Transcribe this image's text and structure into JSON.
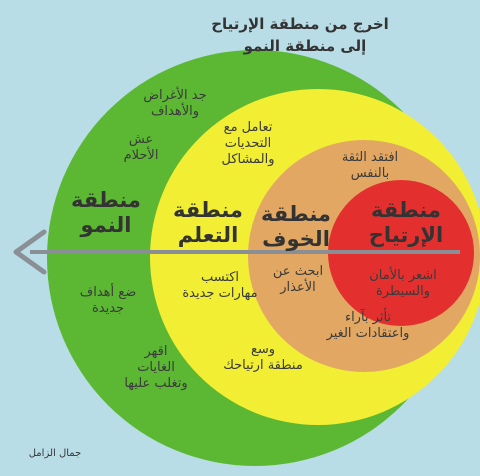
{
  "header": {
    "line1": "اخرج من منطقة الإرتياح",
    "line2": "إلى منطقة النمو"
  },
  "zones": {
    "growth": {
      "title": "منطقة\nالنمو",
      "color": "#5cb833",
      "notes": [
        "جد الأغراض\nوالأهداف",
        "عش\nالأحلام",
        "ضع أهداف\nجديدة",
        "اقهر\nالغايات\nوتغلب عليها"
      ]
    },
    "learning": {
      "title": "منطقة\nالتعلم",
      "color": "#f1ee33",
      "notes": [
        "تعامل مع\nالتحديات\nوالمشاكل",
        "اكتسب\nمهارات جديدة",
        "وسع\nمنطقة ارتياحك"
      ]
    },
    "fear": {
      "title": "منطقة\nالخوف",
      "color": "#e2a863",
      "notes": [
        "افتقد الثقة\nبالنفس",
        "ابحث عن\nالأعذار",
        "تأثر بآراء\nواعتقادات الغير"
      ]
    },
    "comfort": {
      "title": "منطقة\nالإرتياح",
      "color": "#e3302e",
      "notes": [
        "اشعر بالأمان\nوالسيطرة"
      ]
    }
  },
  "arrow": {
    "color": "#8a8f95",
    "direction": "left"
  },
  "author": "جمال الزامل"
}
